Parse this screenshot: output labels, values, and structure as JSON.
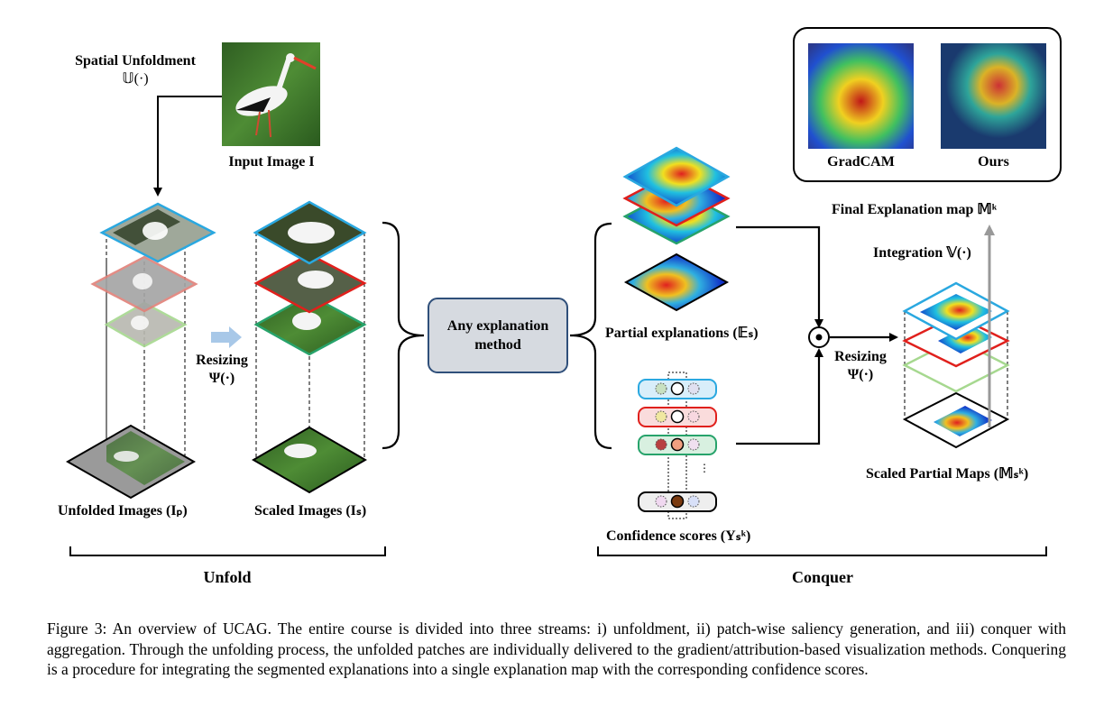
{
  "labels": {
    "spatial_unfoldment": "Spatial Unfoldment",
    "spatial_unfoldment_symbol": "𝕌(·)",
    "input_image": "Input Image I",
    "resizing_left": "Resizing",
    "resizing_left_symbol": "Ψ(·)",
    "unfolded_images": "Unfolded Images (Iₚ)",
    "scaled_images": "Scaled Images (Iₛ)",
    "unfold": "Unfold",
    "method_box": "Any explanation method",
    "partial_explanations": "Partial explanations (𝔼ₛ)",
    "confidence_scores": "Confidence scores (Yₛᵏ)",
    "gradcam": "GradCAM",
    "ours": "Ours",
    "final_map": "Final Explanation map 𝕄ᵏ",
    "integration": "Integration 𝕍(·)",
    "resizing_right": "Resizing",
    "resizing_right_symbol": "Ψ(·)",
    "scaled_partial_maps": "Scaled Partial Maps (𝕄ₛᵏ)",
    "conquer": "Conquer",
    "odot": "⊙",
    "vdots": "⋮"
  },
  "caption": "Figure 3: An overview of UCAG. The entire course is divided into three streams: i) unfoldment, ii) patch-wise saliency generation, and iii) conquer with aggregation. Through the unfolding process, the unfolded patches are individually delivered to the gradient/attribution-based visualization methods. Conquering is a procedure for integrating the segmented explanations into a single explanation map with the corresponding confidence scores.",
  "colors": {
    "blue_border": "#2aa8e0",
    "red_border": "#e0201c",
    "green_border": "#27a36b",
    "light_green_border": "#a6d88f",
    "salmon_border": "#e08078",
    "method_box_border": "#2f4f7a",
    "method_box_fill": "#d6dae0",
    "grass": "#3f7a2c",
    "heat_blue": "#1030c8",
    "heat_red": "#e02020",
    "heat_yellow": "#f0e020",
    "arrow_grey": "#999999",
    "resize_arrow": "#a8c8e8"
  }
}
